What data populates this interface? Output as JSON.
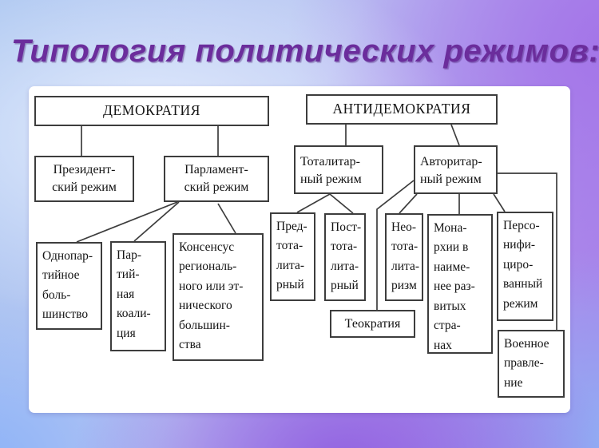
{
  "title": "Типология политических режимов:",
  "colors": {
    "title_text": "#6b2d9c",
    "panel_background": "#ffffff",
    "box_border": "#3d3d3d",
    "background_top_left": "#a9c4ee",
    "background_top_right": "#a77ee8",
    "background_bottom_left": "#90b2f8",
    "background_bottom_center": "#9a6fe0",
    "background_bottom_right": "#90b8f0"
  },
  "diagram": {
    "nodes": {
      "democracy": {
        "label": "ДЕМОКРАТИЯ"
      },
      "antidemocracy": {
        "label": "АНТИДЕМОКРАТИЯ"
      },
      "presidential": {
        "label": "Президент-\nский режим"
      },
      "parliamentary": {
        "label": "Парламент-\nский режим"
      },
      "totalitarian": {
        "label": "Тоталитар-\nный режим"
      },
      "authoritarian": {
        "label": "Авторитар-\nный режим"
      },
      "one_party": {
        "label": "Однопар-\nтийное\nболь-\nшинство"
      },
      "party_coalition": {
        "label": "Пар-\nтий-\nная\nкоали-\nция"
      },
      "consensus": {
        "label": "Консенсус\nрегиональ-\nного или эт-\nнического\nбольшин-\nства"
      },
      "pre_totalitarian": {
        "label": "Пред-\nтота-\nлита-\nрный"
      },
      "post_totalitarian": {
        "label": "Пост-\nтота-\nлита-\nрный"
      },
      "neo_totalitarianism": {
        "label": "Нео-\nтота-\nлита-\nризм"
      },
      "theocracy": {
        "label": "Теократия"
      },
      "monarchies": {
        "label": "Мона-\nрхии в\nнаиме-\nнее раз-\nвитых\nстра-\nнах"
      },
      "personified": {
        "label": "Персо-\nнифи-\nциро-\nванный\nрежим"
      },
      "military_rule": {
        "label": "Военное\nправле-\nние"
      }
    },
    "edges": [
      {
        "from": "democracy",
        "to": "presidential"
      },
      {
        "from": "democracy",
        "to": "parliamentary"
      },
      {
        "from": "antidemocracy",
        "to": "totalitarian"
      },
      {
        "from": "antidemocracy",
        "to": "authoritarian"
      },
      {
        "from": "parliamentary",
        "to": "one_party"
      },
      {
        "from": "parliamentary",
        "to": "party_coalition"
      },
      {
        "from": "parliamentary",
        "to": "consensus"
      },
      {
        "from": "totalitarian",
        "to": "pre_totalitarian"
      },
      {
        "from": "totalitarian",
        "to": "post_totalitarian"
      },
      {
        "from": "authoritarian",
        "to": "theocracy"
      },
      {
        "from": "authoritarian",
        "to": "neo_totalitarianism"
      },
      {
        "from": "authoritarian",
        "to": "monarchies"
      },
      {
        "from": "authoritarian",
        "to": "personified"
      },
      {
        "from": "authoritarian",
        "to": "military_rule"
      }
    ]
  }
}
